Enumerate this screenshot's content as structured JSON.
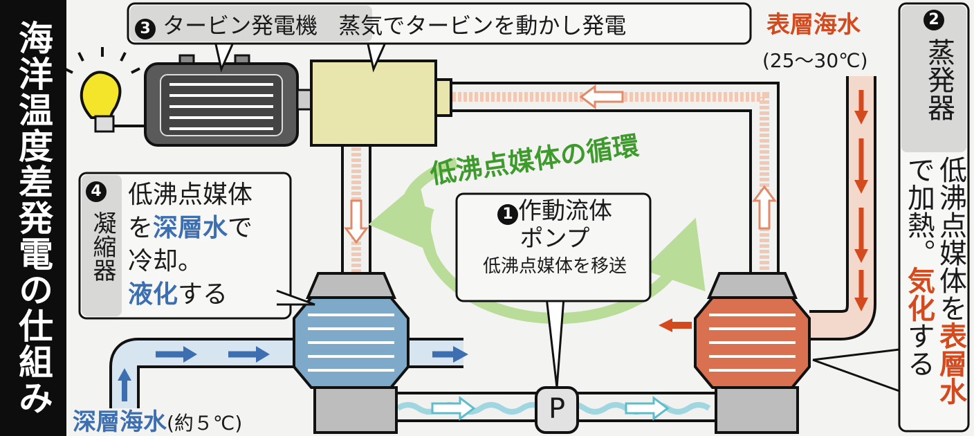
{
  "title": "海洋温度差発電の仕組み",
  "turbine": {
    "number": "3",
    "name": "タービン発電機",
    "desc": "蒸気でタービンを動かし発電"
  },
  "surface_water": {
    "label": "表層海水",
    "temp": "(25〜30℃)"
  },
  "evaporator": {
    "number": "2",
    "name": "蒸発器",
    "desc_a": "低沸点媒体を",
    "desc_hl1": "表層水",
    "desc_b": "で加熱。",
    "desc_hl2": "気化",
    "desc_c": "する"
  },
  "cycle_label": "低沸点媒体の循環",
  "pump": {
    "number": "1",
    "name_line1": "作動流体",
    "name_line2": "ポンプ",
    "desc": "低沸点媒体を移送",
    "symbol": "P"
  },
  "condenser": {
    "number": "4",
    "name": "凝縮器",
    "line1": "低沸点媒体",
    "line2_a": "を",
    "line2_hl": "深層水",
    "line2_b": "で",
    "line3": "冷却。",
    "line4_hl": "液化",
    "line4_b": "する"
  },
  "deep_water": {
    "label": "深層海水",
    "temp": "(約５℃)"
  },
  "colors": {
    "warm": "#d9704f",
    "cold": "#7fa9c9",
    "cycle": "#b9dc98",
    "turbine": "#e8e6ad"
  }
}
